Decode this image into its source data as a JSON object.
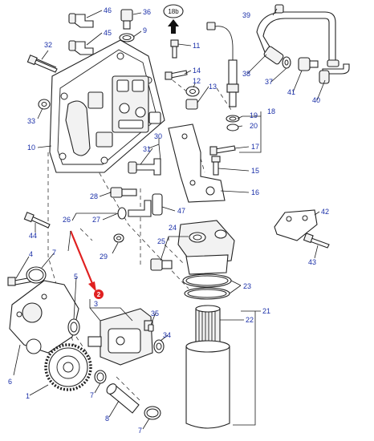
{
  "colors": {
    "callout_text": "#1a2fa8",
    "line": "#222222",
    "highlight_arrow": "#e02020",
    "highlight_badge": "#e02020"
  },
  "badge": {
    "label": "2"
  },
  "view_marker": {
    "label": "18b"
  },
  "callouts": {
    "c1": "1",
    "c3": "3",
    "c4": "4",
    "c5": "5",
    "c6": "6",
    "c7a": "7",
    "c7b": "7",
    "c7c": "7",
    "c8": "8",
    "c9": "9",
    "c10": "10",
    "c11": "11",
    "c12": "12",
    "c13": "13",
    "c14": "14",
    "c15": "15",
    "c16": "16",
    "c17": "17",
    "c18": "18",
    "c19": "19",
    "c20": "20",
    "c21": "21",
    "c22": "22",
    "c23": "23",
    "c24": "24",
    "c25": "25",
    "c26": "26",
    "c27": "27",
    "c28": "28",
    "c29": "29",
    "c30": "30",
    "c31": "31",
    "c32": "32",
    "c33": "33",
    "c34": "34",
    "c35": "35",
    "c36": "36",
    "c37": "37",
    "c38": "38",
    "c39": "39",
    "c40": "40",
    "c41": "41",
    "c42": "42",
    "c43": "43",
    "c44": "44",
    "c45": "45",
    "c46": "46",
    "c47": "47"
  }
}
